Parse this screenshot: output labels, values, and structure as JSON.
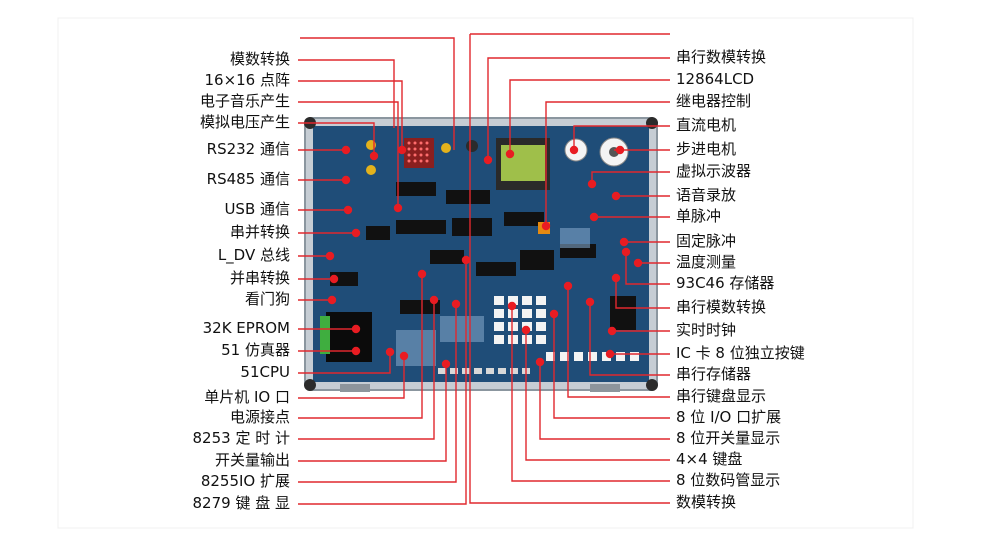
{
  "board": {
    "left_labels": [
      "模数转换",
      "16×16 点阵",
      "电子音乐产生",
      "模拟电压产生",
      "RS232 通信",
      "RS485 通信",
      "USB 通信",
      "串并转换",
      "L_DV 总线",
      "并串转换",
      "看门狗",
      "32K EPROM",
      "51 仿真器",
      "51CPU",
      "单片机 IO 口",
      "电源接点",
      "8253 定 时 计",
      "开关量输出",
      "8255IO 扩展",
      "8279 键 盘 显"
    ],
    "right_labels": [
      "串行数模转换",
      "12864LCD",
      "继电器控制",
      "直流电机",
      "步进电机",
      "虚拟示波器",
      "语音录放",
      "单脉冲",
      "固定脉冲",
      "温度测量",
      "93C46 存储器",
      "串行模数转换",
      "实时时钟",
      "IC 卡  8 位独立按键",
      "串行存储器",
      "串行键盘显示",
      "8 位 I/O 口扩展",
      "8 位开关量显示",
      "4×4 键盘",
      "8 位数码管显示",
      "数模转换"
    ]
  },
  "colors": {
    "leader_line": "#e0282e",
    "dot": "#e81c22",
    "board_bg": "#1f4d78",
    "board_frame": "#b9c3cc",
    "board_dark": "#0f2c47"
  }
}
